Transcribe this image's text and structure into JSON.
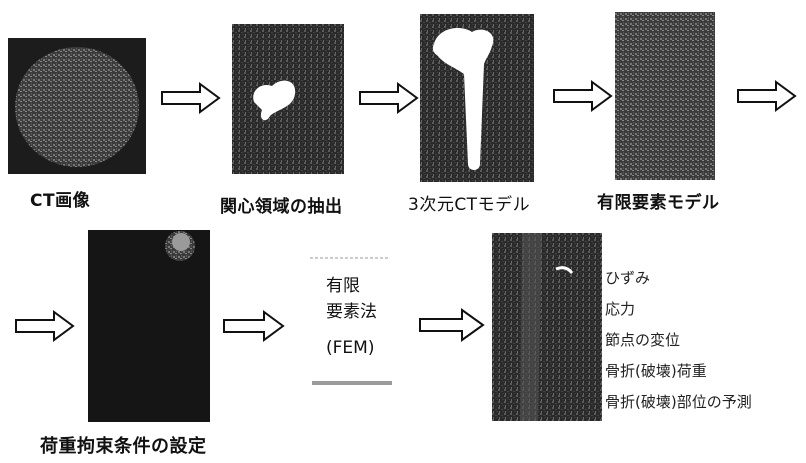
{
  "row1": {
    "labels": [
      "CT画像",
      "関心領域の抽出",
      "3次元CTモデル",
      "有限要素モデル"
    ]
  },
  "row2": {
    "load_label": "荷重拘束条件の設定",
    "fem_lines": [
      "有限",
      "要素法",
      "(FEM)"
    ],
    "outputs": [
      "ひずみ",
      "応力",
      "節点の変位",
      "骨折(破壊)荷重",
      "骨折(破壊)部位の予測"
    ]
  },
  "colors": {
    "arrow_stroke": "#111111",
    "panel_dark": "#1a1a1a",
    "panel_bone": "#ffffff"
  }
}
